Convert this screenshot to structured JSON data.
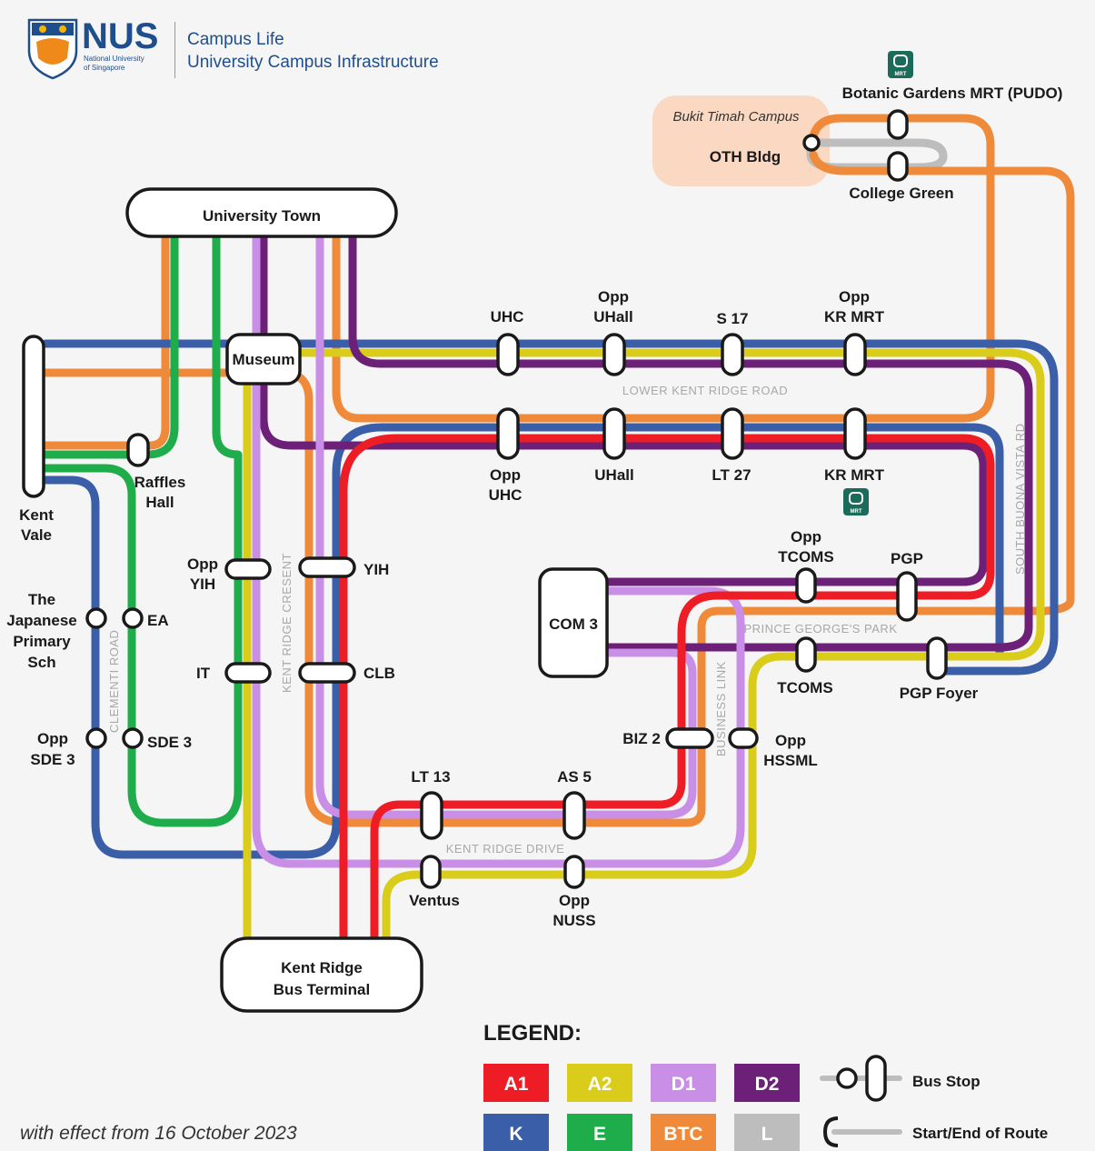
{
  "header": {
    "logo_text": "NUS",
    "logo_sub": [
      "National University",
      "of Singapore"
    ],
    "section": "Campus Life",
    "title": "University Campus Infrastructure"
  },
  "effective_note": "with effect from 16 October 2023",
  "hubs": {
    "utown": "University Town",
    "museum": "Museum",
    "kent_vale": [
      "Kent",
      "Vale"
    ],
    "terminal": [
      "Kent Ridge",
      "Bus Terminal"
    ],
    "com3": "COM 3",
    "bukit_timah": "Bukit Timah Campus",
    "oth": "OTH Bldg"
  },
  "stops": {
    "uhc": "UHC",
    "opp_uhall": [
      "Opp",
      "UHall"
    ],
    "s17": "S 17",
    "opp_kr_mrt": [
      "Opp",
      "KR MRT"
    ],
    "opp_uhc": [
      "Opp",
      "UHC"
    ],
    "uhall": "UHall",
    "lt27": "LT 27",
    "kr_mrt": "KR MRT",
    "raffles_hall": [
      "Raffles",
      "Hall"
    ],
    "opp_yih": [
      "Opp",
      "YIH"
    ],
    "yih": "YIH",
    "it": "IT",
    "clb": "CLB",
    "japanese_school": [
      "The",
      "Japanese",
      "Primary",
      "Sch"
    ],
    "ea": "EA",
    "opp_sde3": [
      "Opp",
      "SDE 3"
    ],
    "sde3": "SDE 3",
    "opp_tcoms": [
      "Opp",
      "TCOMS"
    ],
    "pgp": "PGP",
    "tcoms": "TCOMS",
    "pgp_foyer": "PGP Foyer",
    "biz2": "BIZ 2",
    "opp_hssml": [
      "Opp",
      "HSSML"
    ],
    "lt13": "LT 13",
    "as5": "AS 5",
    "ventus": "Ventus",
    "opp_nuss": [
      "Opp",
      "NUSS"
    ],
    "botanic": "Botanic Gardens MRT (PUDO)",
    "college_green": "College Green"
  },
  "roads": {
    "lower_kent_ridge": "LOWER KENT RIDGE ROAD",
    "south_buona_vista": "SOUTH BUONA VISTA RD",
    "kent_ridge_cresent": "KENT RIDGE CRESENT",
    "clementi": "CLEMENTI ROAD",
    "prince_george": "PRINCE GEORGE'S PARK",
    "business_link": "BUSINESS LINK",
    "kent_ridge_drive": "KENT RIDGE DRIVE"
  },
  "mrt_icon_label": "MRT",
  "legend": {
    "title": "LEGEND:",
    "routes": [
      {
        "name": "A1",
        "color": "#ee1c25"
      },
      {
        "name": "A2",
        "color": "#d9cc1a"
      },
      {
        "name": "D1",
        "color": "#c98ee6"
      },
      {
        "name": "D2",
        "color": "#6d2077"
      },
      {
        "name": "K",
        "color": "#3a5ea8"
      },
      {
        "name": "E",
        "color": "#1fad4b"
      },
      {
        "name": "BTC",
        "color": "#ef8a3a"
      },
      {
        "name": "L",
        "color": "#bdbdbd"
      }
    ],
    "bus_stop": "Bus Stop",
    "start_end": "Start/End of Route"
  }
}
